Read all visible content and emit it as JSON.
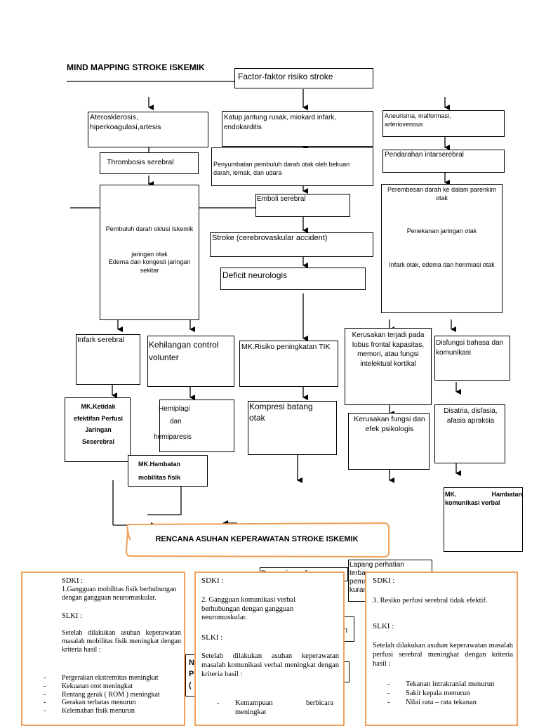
{
  "title": "MIND MAPPING STROKE ISKEMIK",
  "risk_factors": "Factor-faktor risiko stroke",
  "col1": {
    "causes": "Aterosklerosis, hiperkoagulasi,artesis",
    "thrombosis": "Thrombosis serebral",
    "occlusion": "Pembuluh darah oklusi Iskemik",
    "tissue": "jaringan otak",
    "edema": "Edema dan kongesti jaringan sekitar"
  },
  "col2": {
    "causes": "Katup jantung rusak, miokard infark, endokarditis",
    "blockage": "Penyumbatan pembuluh darah otak oleh bekuan darah, lemak, dan udara",
    "emboli": "Emboli serebral",
    "stroke": "Stroke (cerebrovaskular accident)",
    "deficit": "Deficit neurologis"
  },
  "col3": {
    "causes": "Aneurisma, malformasi, arteriovenous",
    "bleeding": "Pendarahan intarserebral",
    "seepage": "Perembesan darah ke dalam parenkim otak",
    "pressure": "Penekanan jaringan otak",
    "infarct": "Infark otak, edema dan henrniasi otak"
  },
  "row2": {
    "infark": "Infark serebral",
    "kehilangan": "Kehilangan control volunter",
    "mk_tik": "MK.Risiko peningkatan TIK",
    "kerusakan_frontal": "Kerusakan terjadi pada lobus frontal kapasitas, memori, atau fungsi intelektual kortikal",
    "disfungsi": "Disfungsi bahasa dan komunikasi"
  },
  "row3": {
    "mk_perfusi": "MK.Ketidak efektifan Perfusi Jaringan Seserebral",
    "hemiplagi": "Hemiplagi",
    "dan": "dan",
    "hemiparesis": "hemiparesis",
    "kompresi": "Kompresi batang otak",
    "kerusakan_psiko": "Kerusakan fungsi dan efek psikologis",
    "disatria": "Disatria, disfasia, afasia apraksia",
    "mk_mobilitas": "MK.Hambatan mobilitas fisik",
    "mk_komunikasi": "MK. Hambatan komunikasi verbal"
  },
  "banner": "RENCANA ASUHAN KEPERAWATAN STROKE ISKEMIK",
  "hidden": {
    "depresi": "Depresi saraf",
    "lapang": "Lapang perhatian",
    "terba": "terba",
    "pema": "pema",
    "kura": "kuran",
    "n_frag": "n",
    "np_frag1": "N",
    "np_frag2": "P",
    "np_frag3": "("
  },
  "card1": {
    "sdki": "SDKI :",
    "diag": "1.Gangguan mobilitas fisik berhubungan dengan gangguan neuromuskular.",
    "slki": "SLKI :",
    "body": "Setelah dilakukan asuhan keperawatan masalah mobilitas fisik meningkat dengan kriteria hasil :",
    "items": [
      "Pergerakan ekstremitas meningkat",
      "Kekuatan otot meningkat",
      "Rentang gerak ( ROM ) meningkat",
      "Gerakan terbatas menurun",
      "Kelemahan fisik menurun"
    ]
  },
  "card2": {
    "sdki": "SDKI :",
    "diag": "2. Gangguan komunikasi verbal berhubungan dengan gangguan neuromuskular.",
    "slki": "SLKI :",
    "body": "Setelah dilakukan asuhan keperawatan masalah komunikasi verbal meningkat dengan kriteria hasil :",
    "items": [
      "Kemampuan berbicara meningkat"
    ]
  },
  "card3": {
    "sdki": "SDKI :",
    "diag": "3. Resiko perfusi serebral tidak efektif.",
    "slki": "SLKI :",
    "body": "Setelah dilakukan asuhan keperawatan masalah perfusi serebral meningkat dengan kriteria hasil :",
    "items": [
      "Tekanan intrakranial menurun",
      "Sakit kepala menurun",
      "Nilai rata – rata tekanan"
    ]
  }
}
